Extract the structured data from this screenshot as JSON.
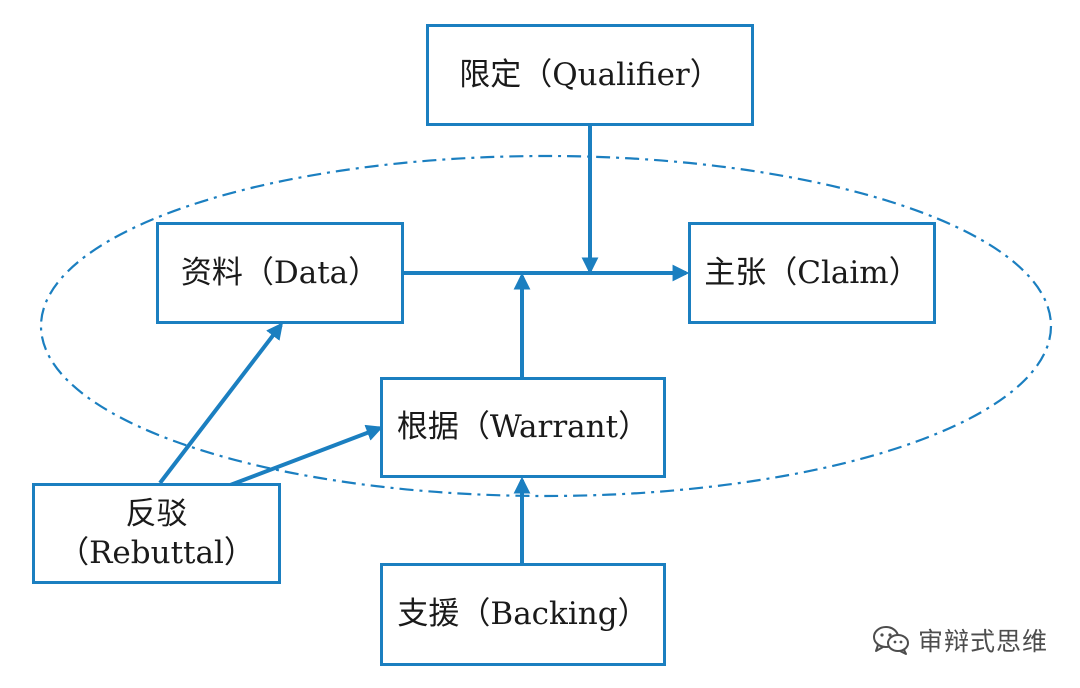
{
  "nodes": {
    "qualifier": "限定（Qualifier）",
    "data": "资料（Data）",
    "claim": "主张（Claim）",
    "warrant": "根据（Warrant）",
    "rebuttal_line1": "反驳",
    "rebuttal_line2": "（Rebuttal）",
    "backing": "支援（Backing）"
  },
  "watermark": {
    "icon": "wechat-icon",
    "text": "审辩式思维"
  },
  "colors": {
    "line": "#1b7fc0",
    "text": "#1a1a1a",
    "watermark": "#4d4d4d"
  }
}
